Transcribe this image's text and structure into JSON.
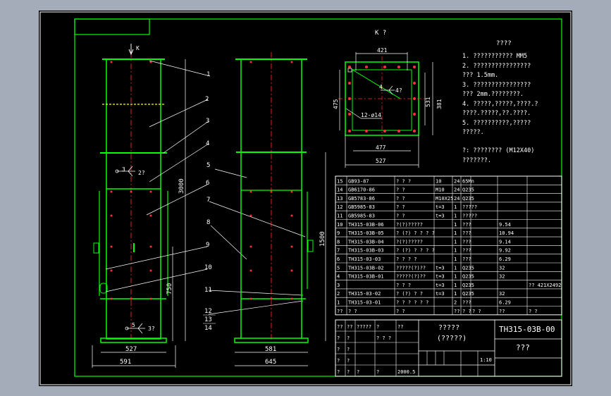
{
  "view_label": "K ?",
  "k_marker": "K",
  "notes": {
    "title": "????",
    "lines": [
      "1. ???????????  MM5",
      "2. ????????????????",
      "   ??? 1.5mm.",
      "3. ????????????????",
      "   ??? 2mm.????????.",
      "4. ?????,?????,????.?",
      "   ????.?????,??.????.",
      "5. ??????????,?????",
      "   ?????.",
      "?: ????????   (M12X40)",
      "   ???????."
    ]
  },
  "callouts": [
    "1",
    "2",
    "3",
    "4",
    "5",
    "6",
    "7",
    "8",
    "9",
    "10",
    "11",
    "12",
    "13",
    "14"
  ],
  "dimensions": {
    "left_height": "3000",
    "left_low": "750",
    "left_base": "527",
    "left_overall": "591",
    "right_height": "1500",
    "right_base": "581",
    "right_overall": "645",
    "k_top": "421",
    "k_bottom1": "477",
    "k_bottom2": "527",
    "k_left": "475",
    "k_right1": "531",
    "k_right2": "381",
    "k_holes": "12-ø14"
  },
  "symbols": {
    "s3": "3",
    "s5": "5",
    "s4": "4",
    "q": "?",
    "q2": "2?",
    "q3": "3?",
    "q4": "4?"
  },
  "bom": {
    "rows": [
      [
        "15",
        "GB93-87",
        "?   ?  ?",
        "10",
        "24",
        "65Mn",
        "",
        "",
        ""
      ],
      [
        "14",
        "GB6170-86",
        "?   ?",
        "M10",
        "24",
        "Q235",
        "",
        "",
        ""
      ],
      [
        "13",
        "GB5783-86",
        "?   ?",
        "M10X25",
        "24",
        "Q235",
        "",
        "",
        ""
      ],
      [
        "12",
        "GB5985-83",
        "?   ?",
        "t=3",
        "1",
        "?????",
        "",
        "",
        ""
      ],
      [
        "11",
        "GB5985-83",
        "?   ?",
        "t=3",
        "1",
        "?????",
        "",
        "",
        ""
      ],
      [
        "10",
        "TH315-03B-06",
        "?(?)?????",
        "",
        "1",
        "???",
        "",
        "9.54",
        ""
      ],
      [
        "9",
        "TH315-03B-05",
        "? (?) ? ? ? ?",
        "",
        "1",
        "???",
        "",
        "10.94",
        ""
      ],
      [
        "8",
        "TH315-03B-04",
        "?(?)?????",
        "",
        "1",
        "???",
        "",
        "9.14",
        ""
      ],
      [
        "7",
        "TH315-03B-03",
        "? (?) ? ? ? ?",
        "",
        "1",
        "???",
        "",
        "9.92",
        ""
      ],
      [
        "6",
        "TH315-03-03",
        "? ? ? ?",
        "",
        "1",
        "???",
        "",
        "6.29",
        ""
      ],
      [
        "5",
        "TH315-03B-02",
        "?????(?)??",
        "t=3",
        "1",
        "Q235",
        "",
        "32",
        ""
      ],
      [
        "4",
        "TH315-03B-01",
        "?????(?)??",
        "t=3",
        "1",
        "Q235",
        "",
        "32",
        ""
      ],
      [
        "3",
        "",
        "? ? ?",
        "t=3",
        "1",
        "Q235",
        "",
        "",
        "?? 421X2492"
      ],
      [
        "2",
        "TH315-03-02",
        "? (?) ? ?",
        "t=3",
        "1",
        "Q235",
        "",
        "32",
        ""
      ],
      [
        "1",
        "TH315-03-01",
        "? ? ? ? ? ?",
        "",
        "2",
        "???",
        "",
        "6.29",
        ""
      ]
    ],
    "header": [
      "??",
      "? ?",
      "? ?",
      "",
      "??",
      "? ?",
      "? ?",
      "??",
      "? ?"
    ]
  },
  "title_block": {
    "name": "?????",
    "sub": "(?????)",
    "drawing_no": "TH315-03B-00",
    "unit": "???",
    "scale": "1:10",
    "date": "2000.5",
    "rows": [
      [
        "??",
        "??",
        "?????",
        "?",
        "??"
      ],
      [
        "?",
        "?",
        "",
        "? ? ?",
        ""
      ],
      [
        "?",
        "?",
        "",
        "",
        ""
      ],
      [
        "?",
        "?",
        "",
        "",
        ""
      ],
      [
        "?",
        "?",
        "?",
        "?",
        "2000.5"
      ]
    ]
  }
}
